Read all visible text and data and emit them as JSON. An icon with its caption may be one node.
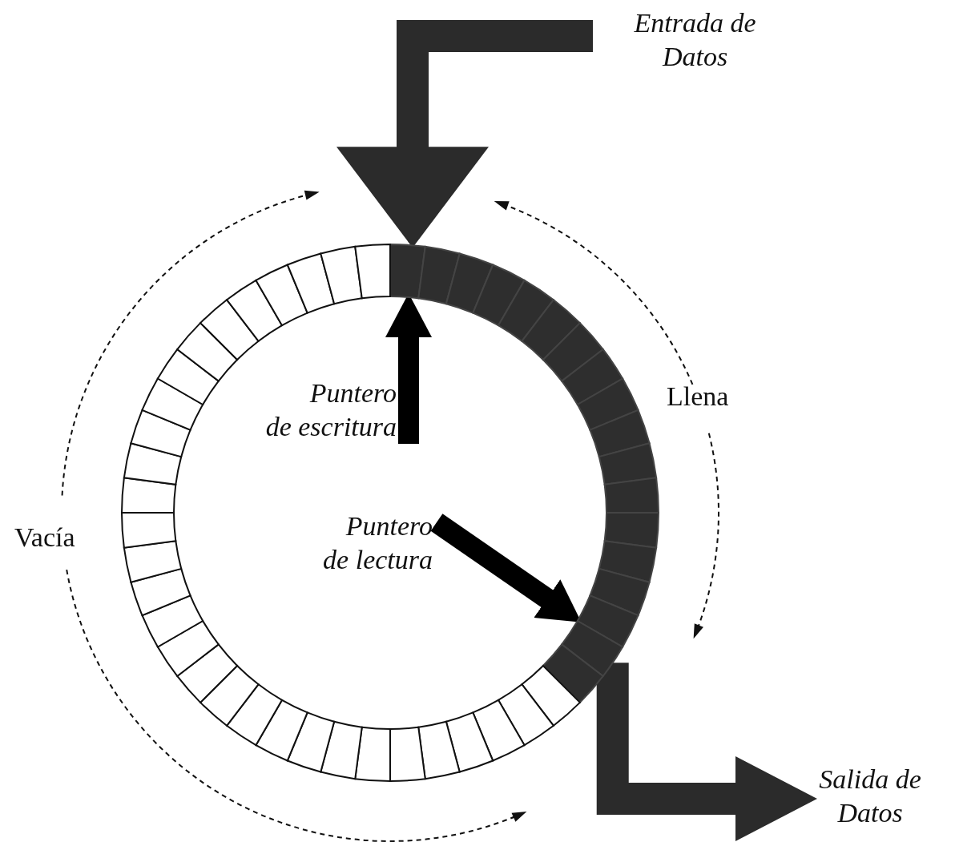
{
  "diagram": {
    "nodes": [
      {
        "text": [
          "Entrada de Datos"
        ]
      },
      {
        "text": [],
        "shape": "circle"
      },
      {
        "text": [
          "Salida de Datos"
        ]
      },
      {
        "text": [
          "Puntero de escritura"
        ],
        "in": 1
      },
      {
        "text": [
          "Puntero de lectura"
        ],
        "in": 1
      }
    ],
    "edges": [
      {
        "from": 0,
        "to": 1,
        "arrow": "to",
        "color": "#2b2b2b"
      },
      {
        "from": 1,
        "to": 2,
        "arrow": "to",
        "color": "#2b2b2b"
      },
      {
        "from": 3,
        "to": 1,
        "arrow": "to"
      },
      {
        "from": 4,
        "to": 1,
        "arrow": "to"
      }
    ],
    "labels": [
      "Llena",
      "Vacía"
    ]
  }
}
